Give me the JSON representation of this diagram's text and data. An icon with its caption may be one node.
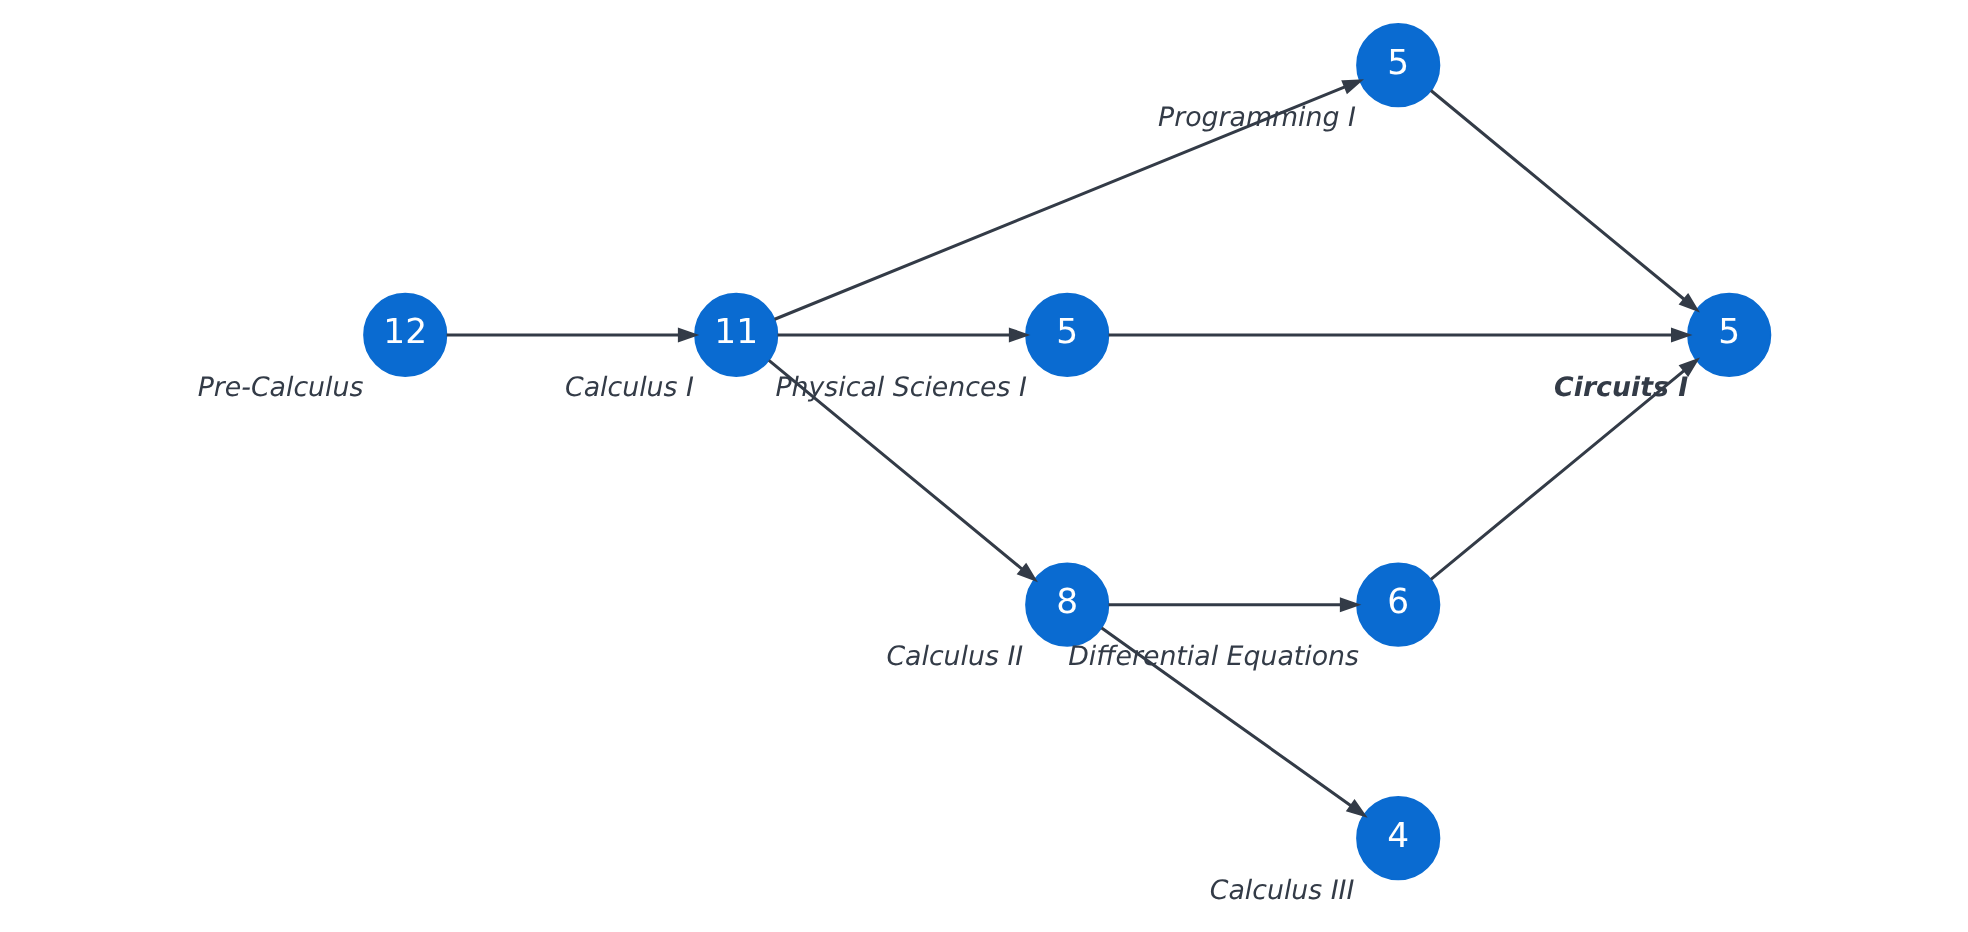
{
  "diagram": {
    "nodes": [
      {
        "text": [
          "12"
        ],
        "beside": [
          "Pre-Calculus"
        ]
      },
      {
        "text": [
          "11"
        ],
        "beside": [
          "Calculus I"
        ]
      },
      {
        "text": [
          "5"
        ],
        "beside": [
          "Programming I"
        ]
      },
      {
        "text": [
          "5"
        ],
        "beside": [
          "Physical Sciences I"
        ]
      },
      {
        "text": [
          "8"
        ],
        "beside": [
          "Calculus II"
        ]
      },
      {
        "text": [
          "6"
        ],
        "beside": [
          "Differential Equations"
        ]
      },
      {
        "text": [
          "5"
        ],
        "beside": [
          "Circuits I"
        ]
      },
      {
        "text": [
          "4"
        ],
        "beside": [
          "Calculus III"
        ]
      }
    ],
    "edges": [
      {
        "from": 0,
        "to": 1,
        "arrow": "to"
      },
      {
        "from": 1,
        "to": 2,
        "arrow": "to"
      },
      {
        "from": 1,
        "to": 3,
        "arrow": "to"
      },
      {
        "from": 1,
        "to": 4,
        "arrow": "to"
      },
      {
        "from": 4,
        "to": 5,
        "arrow": "to"
      },
      {
        "from": 4,
        "to": 7,
        "arrow": "to"
      },
      {
        "from": 2,
        "to": 6,
        "arrow": "to"
      },
      {
        "from": 3,
        "to": 6,
        "arrow": "to"
      },
      {
        "from": 5,
        "to": 6,
        "arrow": "to"
      }
    ]
  }
}
